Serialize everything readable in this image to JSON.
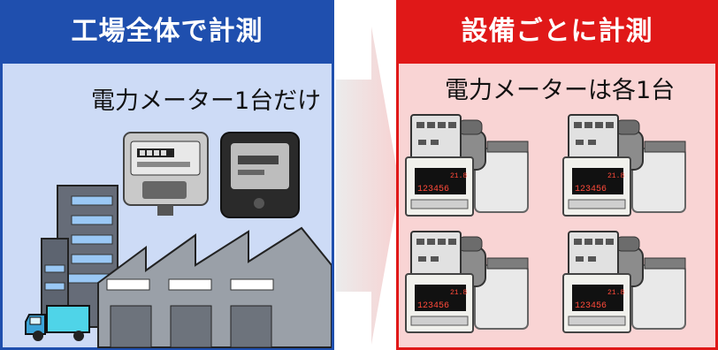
{
  "left_panel": {
    "title": "工場全体で計測",
    "caption": "電力メーター1台だけ"
  },
  "right_panel": {
    "title": "設備ごとに計測",
    "caption": "電力メーターは各1台"
  },
  "device_display": {
    "top": "21.8",
    "bottom": "123456"
  },
  "colors": {
    "left_accent": "#1f4fae",
    "left_background": "#cddbf6",
    "right_accent": "#e01818",
    "right_background": "#f9d4d4",
    "arrow": "#f0c8c8"
  }
}
